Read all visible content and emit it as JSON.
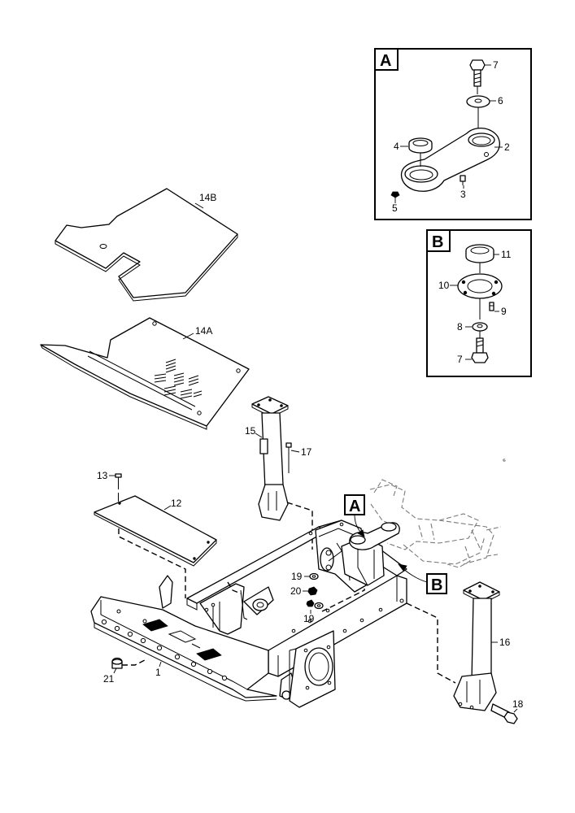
{
  "insets": [
    {
      "id": "A",
      "label": "A"
    },
    {
      "id": "B",
      "label": "B"
    }
  ],
  "pointers": {
    "A": "A",
    "B": "B"
  },
  "callouts": {
    "inset_a": {
      "c7": "7",
      "c6": "6",
      "c4": "4",
      "c2": "2",
      "c3": "3",
      "c5": "5"
    },
    "inset_b": {
      "c11": "11",
      "c10": "10",
      "c9": "9",
      "c8": "8",
      "c7": "7"
    },
    "main": {
      "c14b": "14B",
      "c14a": "14A",
      "c15": "15",
      "c17": "17",
      "c13": "13",
      "c12": "12",
      "c19a": "19",
      "c20": "20",
      "c19b": "19",
      "c16": "16",
      "c21": "21",
      "c1": "1",
      "c18": "18"
    }
  }
}
